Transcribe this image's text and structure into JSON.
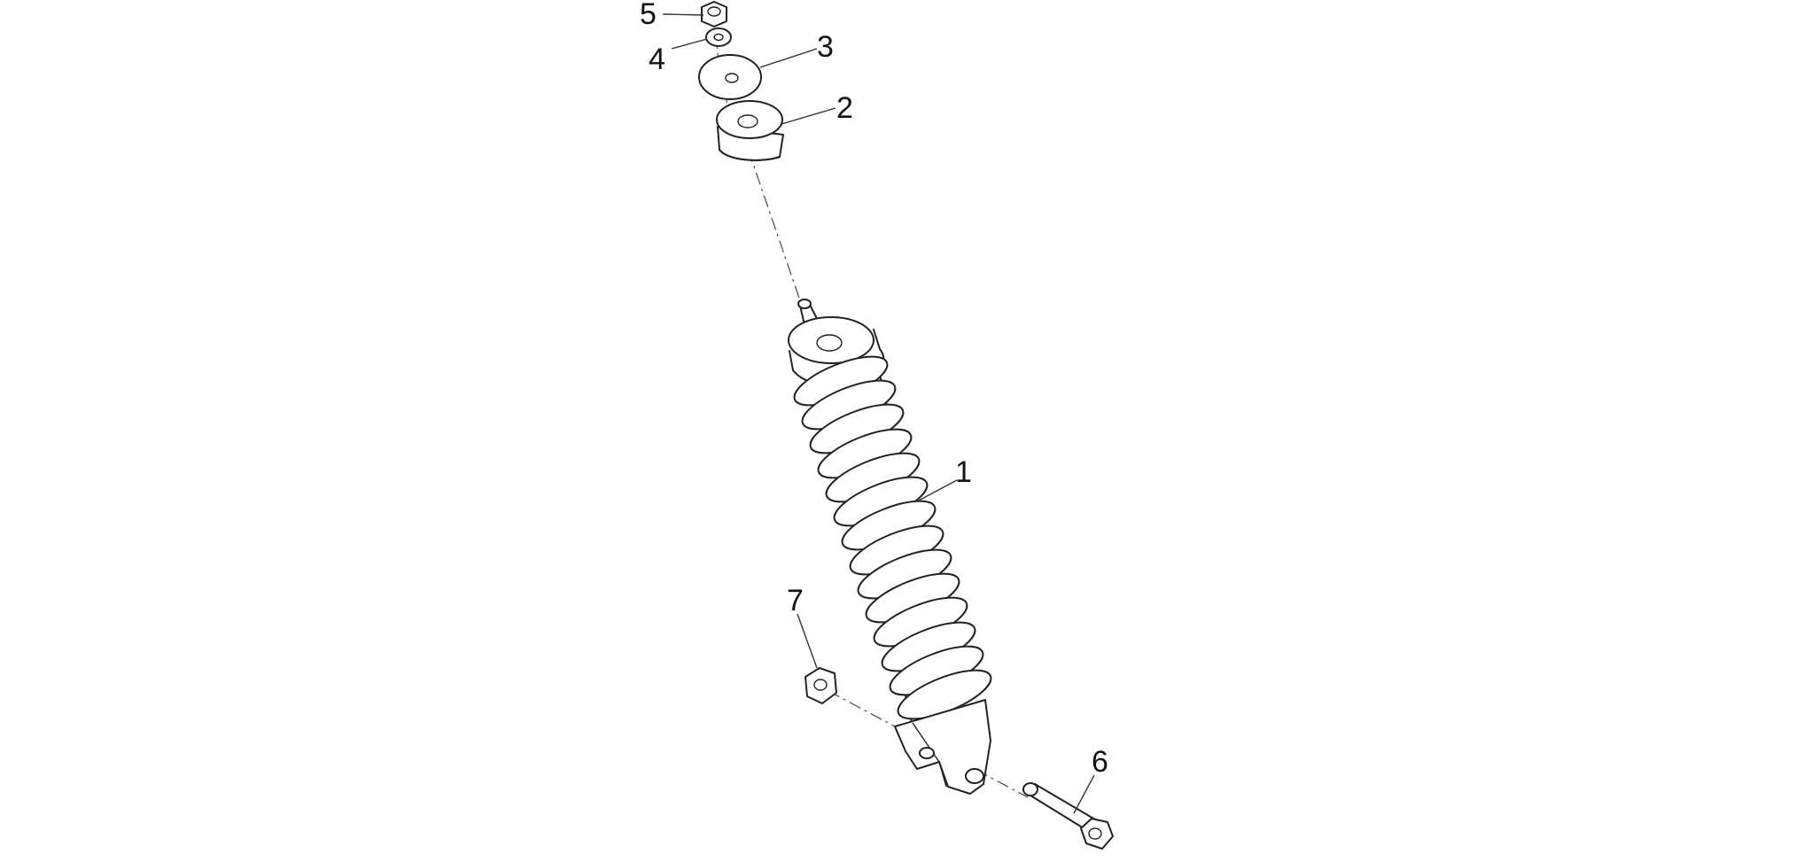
{
  "diagram": {
    "type": "exploded-parts-view",
    "callouts": [
      {
        "id": 1,
        "label": "1"
      },
      {
        "id": 2,
        "label": "2"
      },
      {
        "id": 3,
        "label": "3"
      },
      {
        "id": 4,
        "label": "4"
      },
      {
        "id": 5,
        "label": "5"
      },
      {
        "id": 6,
        "label": "6"
      },
      {
        "id": 7,
        "label": "7"
      }
    ]
  },
  "colors": {
    "background": "#ffffff",
    "line": "#222222",
    "text": "#111111"
  }
}
